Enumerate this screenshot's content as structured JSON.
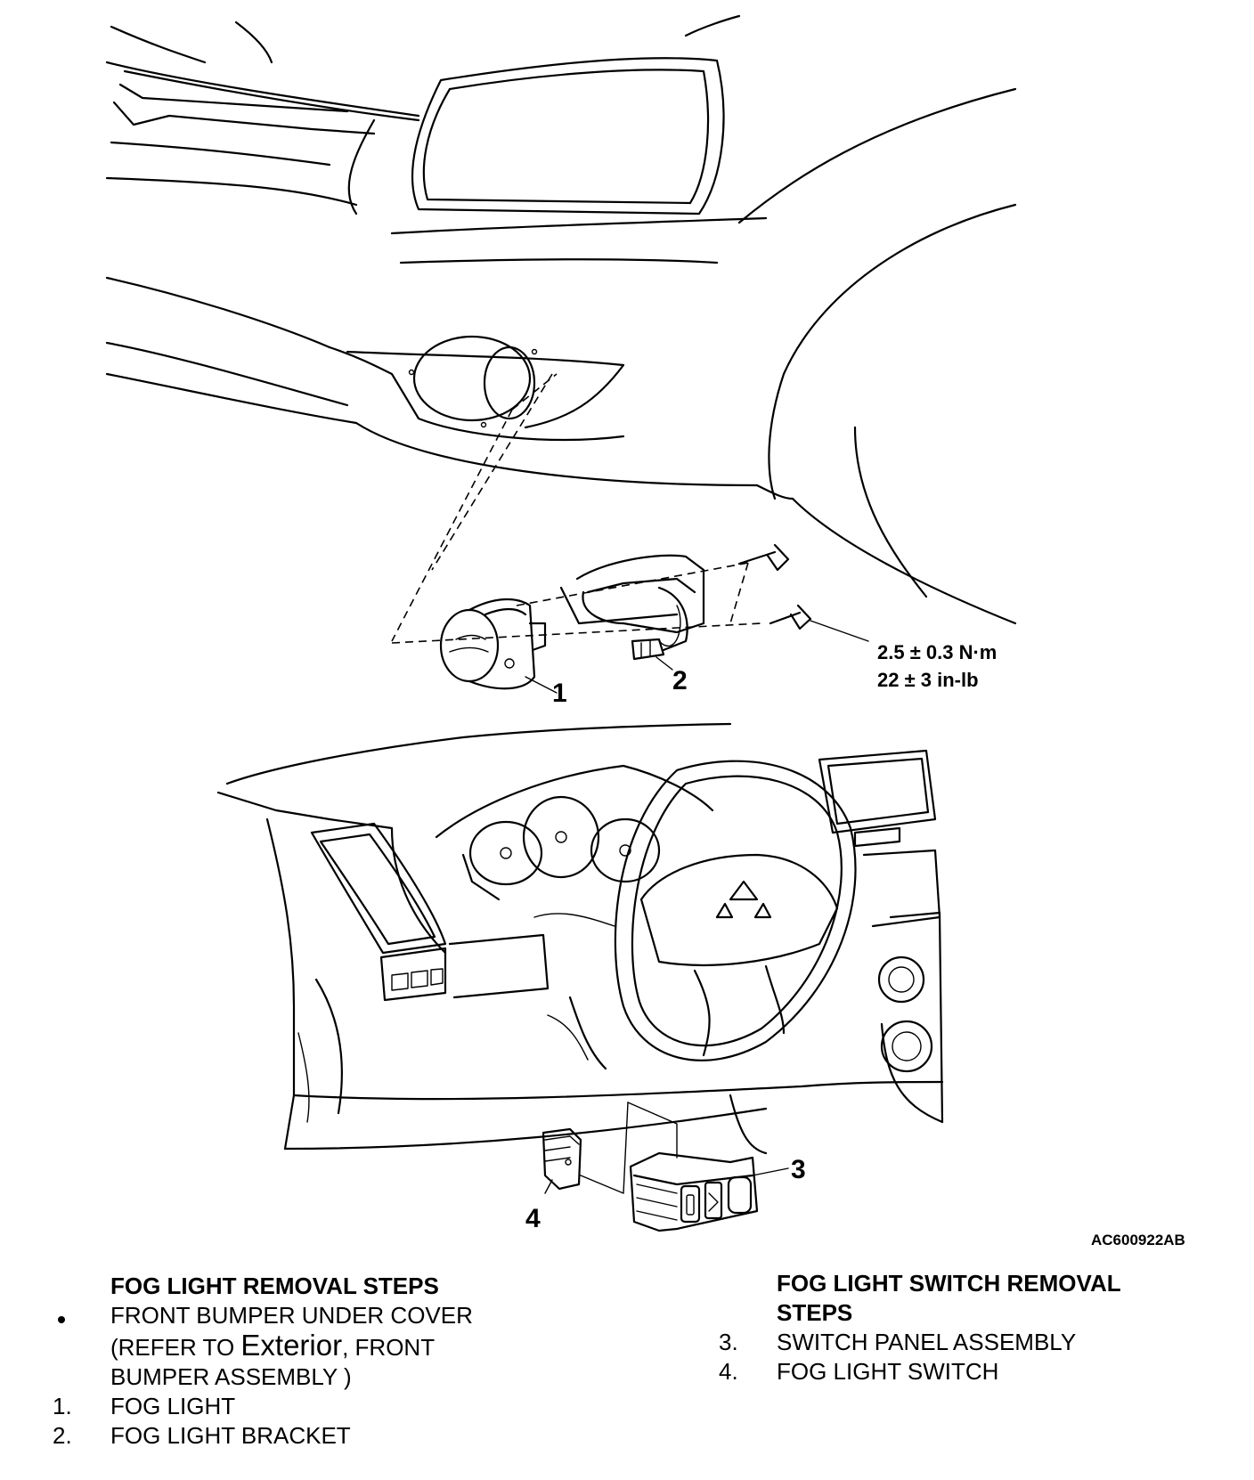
{
  "diagram": {
    "callouts": [
      "1",
      "2",
      "3",
      "4"
    ],
    "torque": {
      "metric": "2.5 ± 0.3 N·m",
      "imperial": "22 ± 3 in-lb"
    },
    "figure_id": "AC600922AB"
  },
  "fog_light_removal": {
    "heading": "FOG LIGHT REMOVAL STEPS",
    "prep": {
      "line1": "FRONT BUMPER UNDER COVER",
      "line2_prefix": "(REFER TO ",
      "line2_link": "Exterior",
      "line2_suffix": ", FRONT",
      "line3": "BUMPER ASSEMBLY )"
    },
    "steps": [
      {
        "num": "1.",
        "text": "FOG LIGHT"
      },
      {
        "num": "2.",
        "text": "FOG LIGHT BRACKET"
      }
    ]
  },
  "fog_switch_removal": {
    "heading_line1": "FOG LIGHT SWITCH REMOVAL",
    "heading_line2": "STEPS",
    "steps": [
      {
        "num": "3.",
        "text": "SWITCH PANEL ASSEMBLY"
      },
      {
        "num": "4.",
        "text": "FOG LIGHT SWITCH"
      }
    ]
  },
  "colors": {
    "line": "#000000",
    "background": "#ffffff"
  }
}
